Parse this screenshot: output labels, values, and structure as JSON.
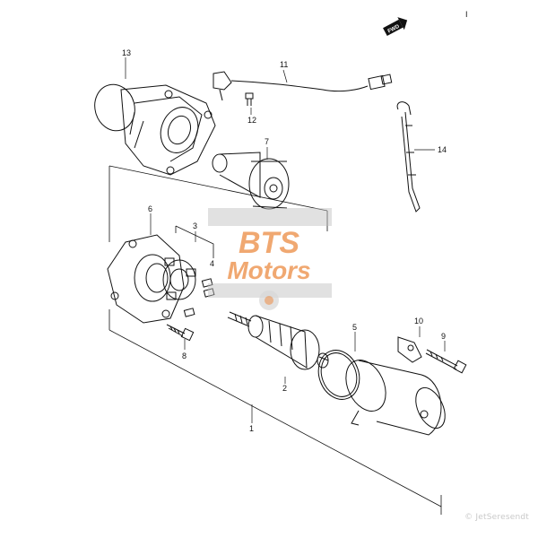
{
  "diagram": {
    "fwd_label": "FWD",
    "corner_mark": "I",
    "callouts": [
      {
        "key": "c13",
        "text": "13"
      },
      {
        "key": "c11",
        "text": "11"
      },
      {
        "key": "c12",
        "text": "12"
      },
      {
        "key": "c7",
        "text": "7"
      },
      {
        "key": "c14",
        "text": "14"
      },
      {
        "key": "c6",
        "text": "6"
      },
      {
        "key": "c3",
        "text": "3"
      },
      {
        "key": "c4",
        "text": "4"
      },
      {
        "key": "c8",
        "text": "8"
      },
      {
        "key": "c2",
        "text": "2"
      },
      {
        "key": "c5",
        "text": "5"
      },
      {
        "key": "c10",
        "text": "10"
      },
      {
        "key": "c9",
        "text": "9"
      },
      {
        "key": "c1",
        "text": "1"
      }
    ]
  },
  "watermark": {
    "line1": "BTS",
    "line2": "Motors",
    "colors": {
      "orange": "#e87722",
      "grey": "#bdbdbd"
    }
  },
  "credit": "© JetSeresendt"
}
